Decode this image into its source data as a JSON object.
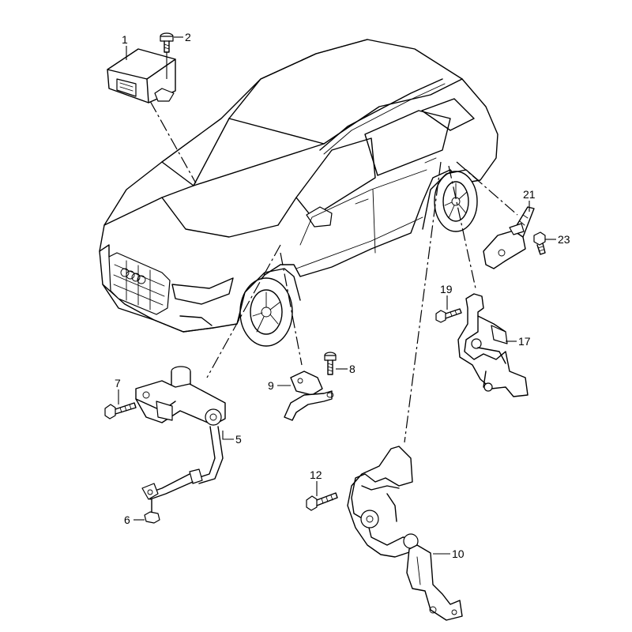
{
  "callouts": [
    {
      "id": "1",
      "label": "1"
    },
    {
      "id": "2",
      "label": "2"
    },
    {
      "id": "5",
      "label": "5"
    },
    {
      "id": "6",
      "label": "6"
    },
    {
      "id": "7",
      "label": "7"
    },
    {
      "id": "8",
      "label": "8"
    },
    {
      "id": "9",
      "label": "9"
    },
    {
      "id": "10",
      "label": "10"
    },
    {
      "id": "12",
      "label": "12"
    },
    {
      "id": "17",
      "label": "17"
    },
    {
      "id": "19",
      "label": "19"
    },
    {
      "id": "21",
      "label": "21"
    },
    {
      "id": "23",
      "label": "23"
    }
  ]
}
